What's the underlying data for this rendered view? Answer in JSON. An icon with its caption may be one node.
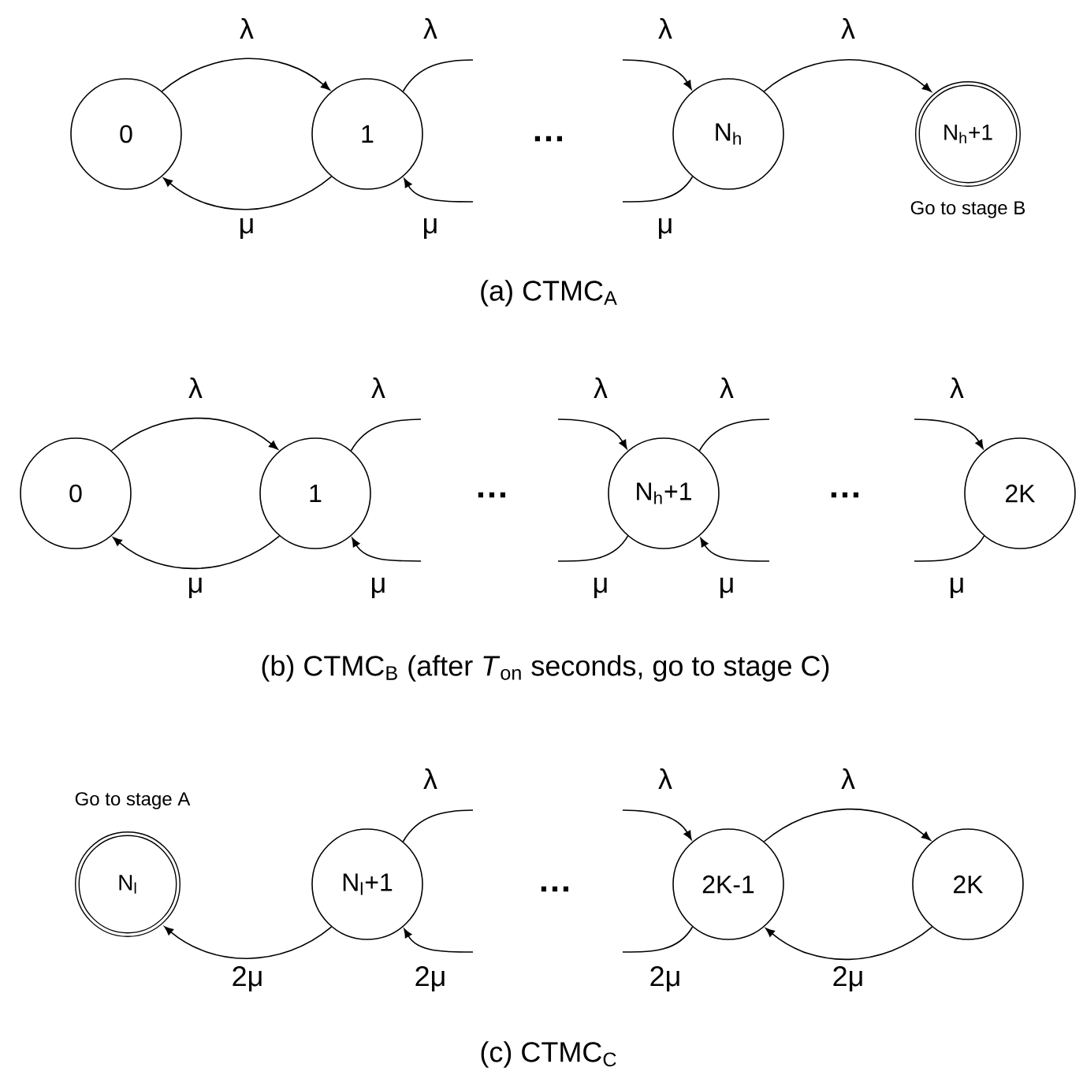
{
  "diagram": {
    "nodes": [
      {
        "text": [
          "0"
        ]
      },
      {
        "text": [
          "1"
        ]
      },
      {
        "text": [
          "N$_{h}$"
        ]
      },
      {
        "text": [
          "N$_{h}$+1"
        ],
        "beside": [
          "Go to stage B"
        ]
      },
      {
        "text": [
          "0"
        ]
      },
      {
        "text": [
          "1"
        ]
      },
      {
        "text": [
          "N$_{h}$+1"
        ]
      },
      {
        "text": [
          "2K"
        ]
      },
      {
        "text": [
          "N$_{l}$"
        ],
        "beside": [
          "Go to stage A"
        ]
      },
      {
        "text": [
          "N$_{l}$+1"
        ]
      },
      {
        "text": [
          "2K-1"
        ]
      },
      {
        "text": [
          "2K"
        ]
      }
    ],
    "edges": [
      {
        "from": 0,
        "to": 1,
        "arrow": "to",
        "label": "λ"
      },
      {
        "from": 1,
        "to": 0,
        "arrow": "to",
        "label": "μ"
      },
      {
        "from": 1,
        "to": null,
        "arrow": "none",
        "label": "λ"
      },
      {
        "from": null,
        "to": 1,
        "arrow": "to",
        "label": "μ"
      },
      {
        "from": null,
        "to": 2,
        "arrow": "to",
        "label": "λ"
      },
      {
        "from": 2,
        "to": null,
        "arrow": "none",
        "label": "μ"
      },
      {
        "from": 2,
        "to": 3,
        "arrow": "to",
        "label": "λ"
      },
      {
        "from": 4,
        "to": 5,
        "arrow": "to",
        "label": "λ"
      },
      {
        "from": 5,
        "to": 4,
        "arrow": "to",
        "label": "μ"
      },
      {
        "from": 5,
        "to": null,
        "arrow": "none",
        "label": "λ"
      },
      {
        "from": null,
        "to": 5,
        "arrow": "to",
        "label": "μ"
      },
      {
        "from": null,
        "to": 6,
        "arrow": "to",
        "label": "λ"
      },
      {
        "from": 6,
        "to": null,
        "arrow": "none",
        "label": "λ"
      },
      {
        "from": null,
        "to": 6,
        "arrow": "to",
        "label": "μ"
      },
      {
        "from": 6,
        "to": null,
        "arrow": "none",
        "label": "μ"
      },
      {
        "from": null,
        "to": 7,
        "arrow": "to",
        "label": "λ"
      },
      {
        "from": 7,
        "to": null,
        "arrow": "none",
        "label": "μ"
      },
      {
        "from": 9,
        "to": 8,
        "arrow": "to",
        "label": "2μ"
      },
      {
        "from": 9,
        "to": null,
        "arrow": "none",
        "label": "λ"
      },
      {
        "from": null,
        "to": 9,
        "arrow": "to",
        "label": "2μ"
      },
      {
        "from": null,
        "to": 10,
        "arrow": "to",
        "label": "λ"
      },
      {
        "from": 10,
        "to": null,
        "arrow": "none",
        "label": "2μ"
      },
      {
        "from": 10,
        "to": 11,
        "arrow": "to",
        "label": "λ"
      },
      {
        "from": 11,
        "to": 10,
        "arrow": "to",
        "label": "2μ"
      }
    ],
    "labels": [
      "…",
      "(a) CTMC$_{A}$",
      "…",
      "…",
      "(b) CTMC$_{B}$ (after *T*$_{on}$ seconds, go to stage C)",
      "…",
      "(c) CTMC$_{C}$"
    ]
  }
}
